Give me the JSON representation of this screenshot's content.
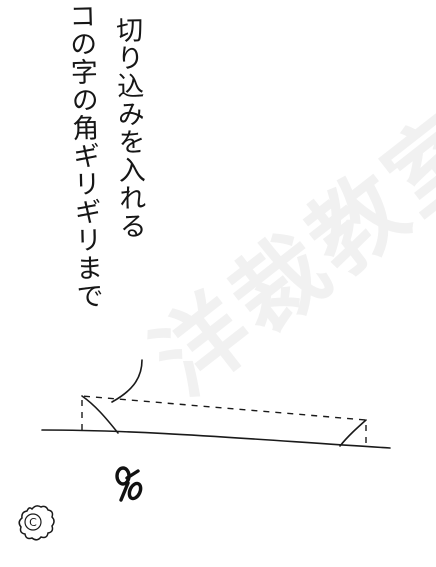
{
  "note": {
    "line1": "コの字の角ギリギリまで",
    "line2": "切り込みを入れる"
  },
  "step": {
    "number": "C"
  },
  "watermark": {
    "text": "洋裁教室"
  }
}
